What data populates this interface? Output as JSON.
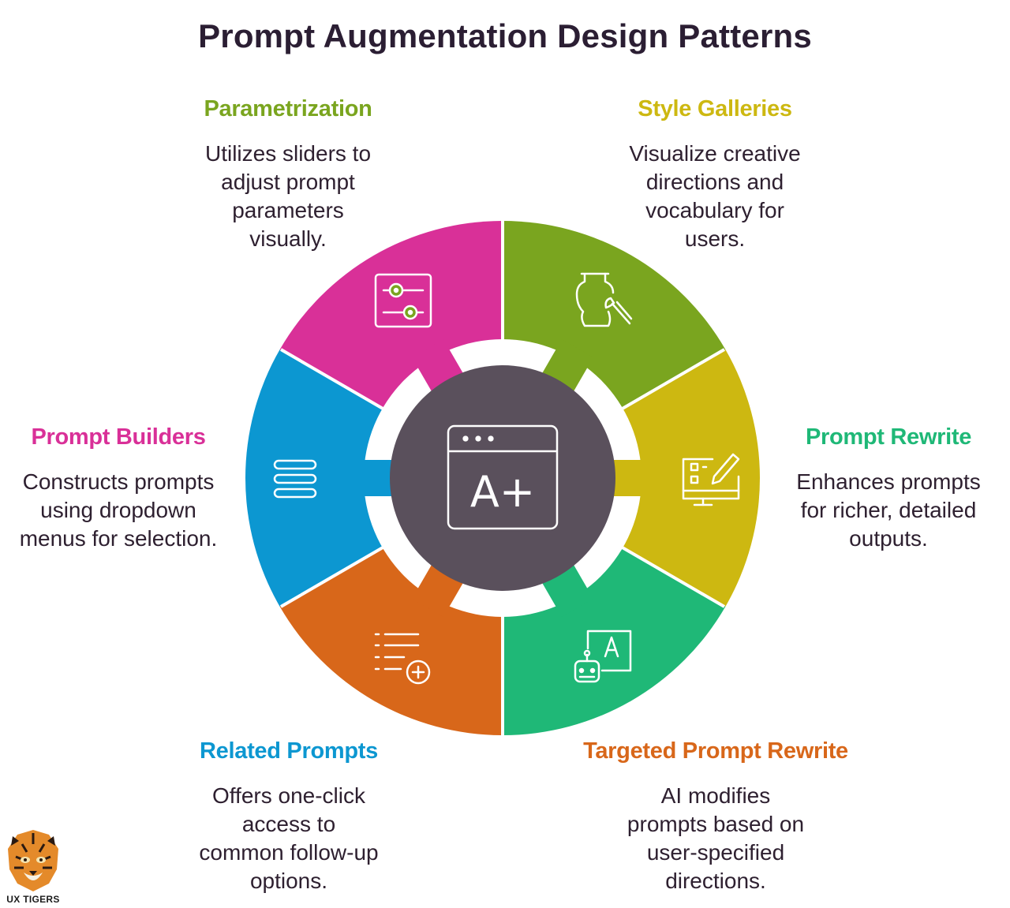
{
  "title": "Prompt Augmentation Design Patterns",
  "colors": {
    "parametrization": "#7aa51f",
    "style_galleries": "#cdb811",
    "prompt_rewrite": "#1fb877",
    "targeted_prompt_rewrite": "#d8671a",
    "related_prompts": "#0c97d1",
    "prompt_builders": "#d93098",
    "hub": "#5a505c",
    "title_text": "#2b1e33"
  },
  "center": {
    "icon": "browser-window-icon",
    "label": "A+"
  },
  "patterns": [
    {
      "key": "parametrization",
      "heading": "Parametrization",
      "description": "Utilizes sliders to adjust prompt parameters visually.",
      "icon": "sliders-icon"
    },
    {
      "key": "style_galleries",
      "heading": "Style Galleries",
      "description": "Visualize creative directions and vocabulary for users.",
      "icon": "vase-brush-icon"
    },
    {
      "key": "prompt_rewrite",
      "heading": "Prompt Rewrite",
      "description": "Enhances prompts for richer, detailed outputs.",
      "icon": "monitor-edit-icon"
    },
    {
      "key": "targeted_prompt_rewrite",
      "heading": "Targeted Prompt Rewrite",
      "description": "AI modifies prompts based on user-specified directions.",
      "icon": "robot-text-icon"
    },
    {
      "key": "related_prompts",
      "heading": "Related Prompts",
      "description": "Offers one-click access to common follow-up options.",
      "icon": "list-add-icon"
    },
    {
      "key": "prompt_builders",
      "heading": "Prompt Builders",
      "description": "Constructs prompts using dropdown menus for selection.",
      "icon": "menu-lines-icon"
    }
  ],
  "brand": {
    "name": "UX TIGERS",
    "logo": "tiger-head-icon"
  }
}
